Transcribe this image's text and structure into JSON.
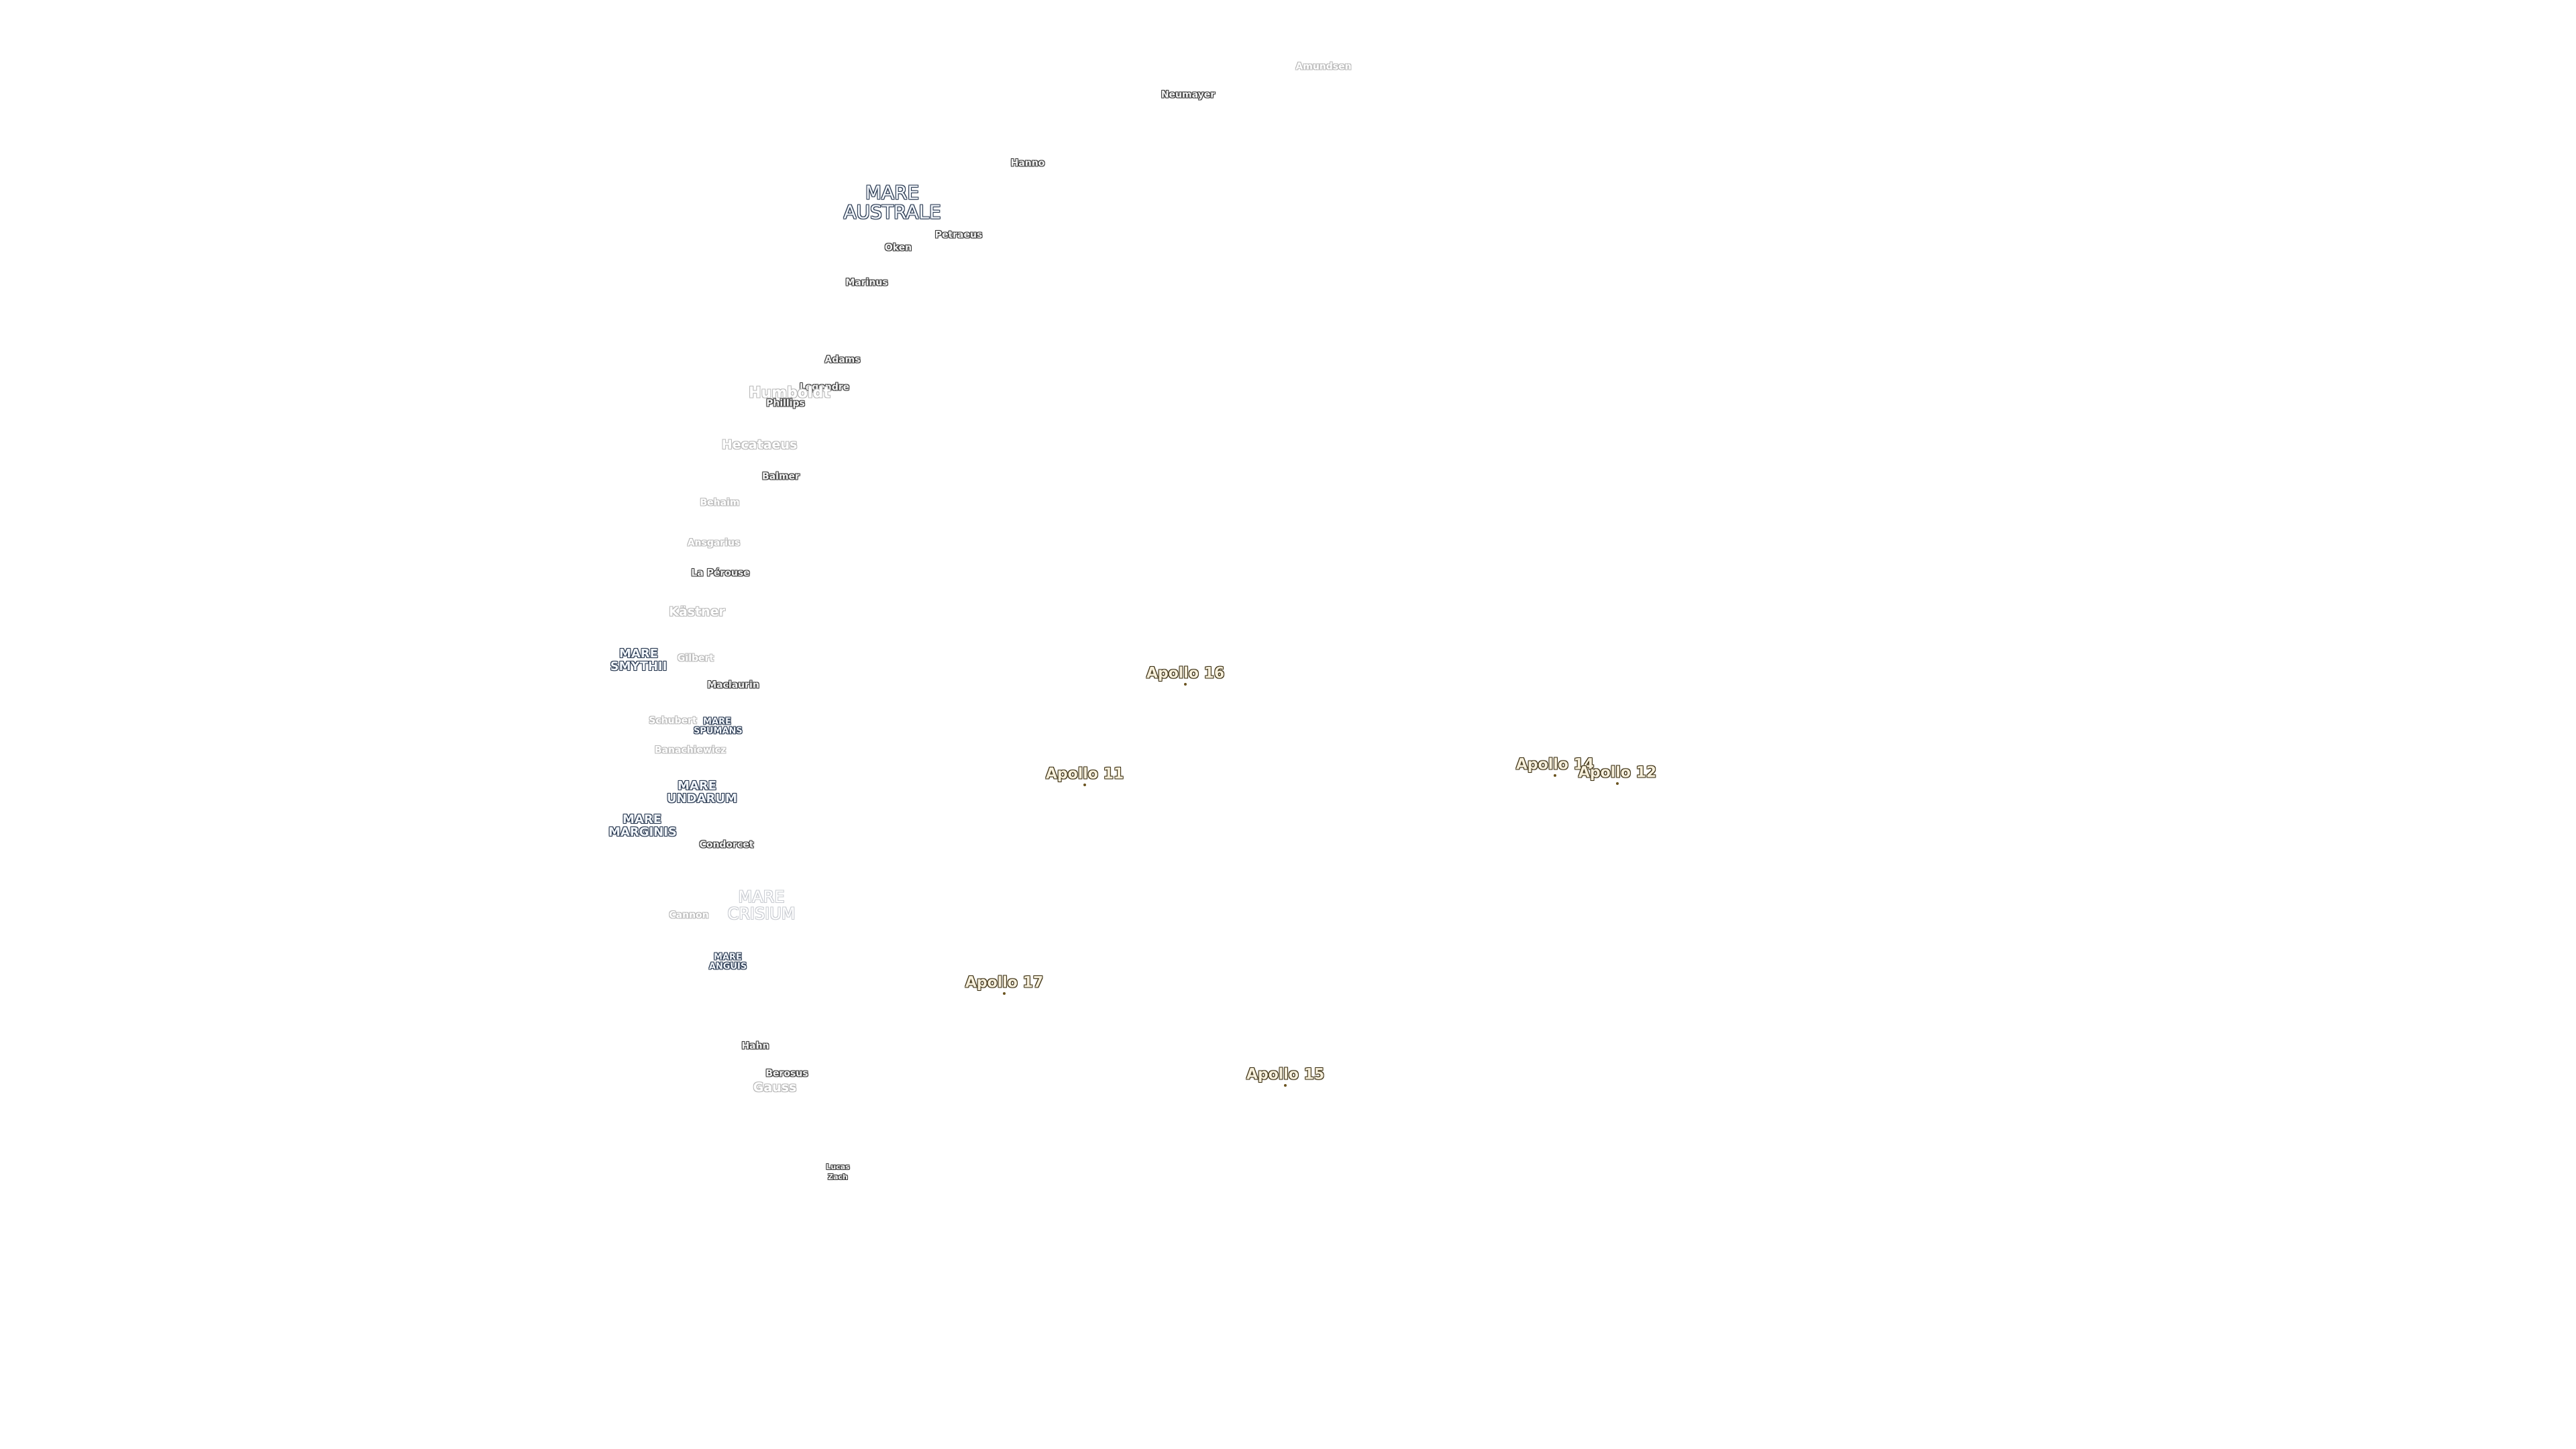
{
  "maria": [
    {
      "id": "mare-australe",
      "label": "MARE AUSTRALE"
    },
    {
      "id": "mare-smythii",
      "label": "MARE SMYTHII"
    },
    {
      "id": "mare-spumans",
      "label": "MARE SPUMANS"
    },
    {
      "id": "mare-undarum",
      "label": "MARE UNDARUM"
    },
    {
      "id": "mare-marginis",
      "label": "MARE MARGINIS"
    },
    {
      "id": "mare-crisium",
      "label": "MARE CRISIUM"
    },
    {
      "id": "mare-anguis",
      "label": "MARE ANGUIS"
    }
  ],
  "craters": [
    {
      "id": "amundsen",
      "label": "Amundsen"
    },
    {
      "id": "neumayer",
      "label": "Neumayer"
    },
    {
      "id": "hanno",
      "label": "Hanno"
    },
    {
      "id": "petraeus",
      "label": "Petraeus"
    },
    {
      "id": "oken",
      "label": "Oken"
    },
    {
      "id": "marinus",
      "label": "Marinus"
    },
    {
      "id": "adams",
      "label": "Adams"
    },
    {
      "id": "legendre",
      "label": "Legendre"
    },
    {
      "id": "humboldt",
      "label": "Humboldt"
    },
    {
      "id": "phillips",
      "label": "Phillips"
    },
    {
      "id": "hecataeus",
      "label": "Hecataeus"
    },
    {
      "id": "balmer",
      "label": "Balmer"
    },
    {
      "id": "behaim",
      "label": "Behaim"
    },
    {
      "id": "ansgarius",
      "label": "Ansgarius"
    },
    {
      "id": "la-perouse",
      "label": "La Pérouse"
    },
    {
      "id": "kastner",
      "label": "Kästner"
    },
    {
      "id": "gilbert",
      "label": "Gilbert"
    },
    {
      "id": "maclaurin",
      "label": "Maclaurin"
    },
    {
      "id": "schubert",
      "label": "Schubert"
    },
    {
      "id": "banachiewicz",
      "label": "Banachiewicz"
    },
    {
      "id": "condorcet",
      "label": "Condorcet"
    },
    {
      "id": "cannon",
      "label": "Cannon"
    },
    {
      "id": "hahn",
      "label": "Hahn"
    },
    {
      "id": "berosus",
      "label": "Berosus"
    },
    {
      "id": "gauss",
      "label": "Gauss"
    },
    {
      "id": "lucas",
      "label": "Lucas"
    },
    {
      "id": "zach",
      "label": "Zach"
    }
  ],
  "apollo_sites": [
    {
      "id": "apollo-16",
      "label": "Apollo 16"
    },
    {
      "id": "apollo-11",
      "label": "Apollo 11"
    },
    {
      "id": "apollo-14",
      "label": "Apollo 14"
    },
    {
      "id": "apollo-12",
      "label": "Apollo 12"
    },
    {
      "id": "apollo-17",
      "label": "Apollo 17"
    },
    {
      "id": "apollo-15",
      "label": "Apollo 15"
    }
  ]
}
